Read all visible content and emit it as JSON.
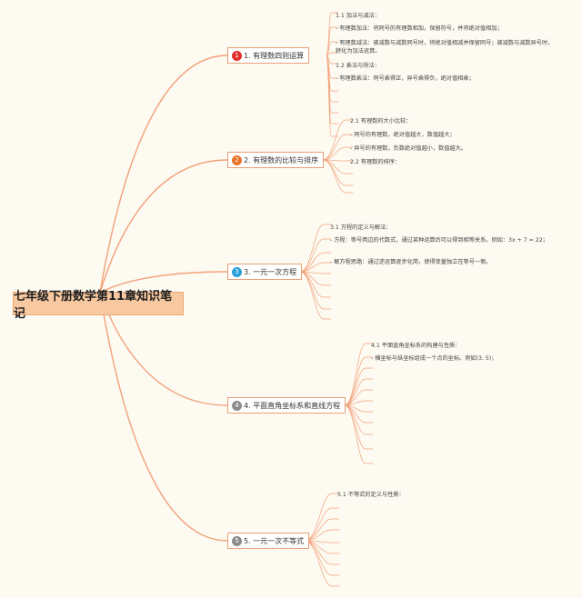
{
  "title": "七年级下册数学第11章知识笔记",
  "colors": {
    "line": "#f2a27a",
    "root_bg": "#f8c9a0",
    "badge1": "#e0312c",
    "badge2": "#e9742b",
    "badge3": "#2a9fd8",
    "badge4": "#8c8c8c",
    "badge5": "#8c8c8c"
  },
  "branches": [
    {
      "number": "1",
      "label": "1. 有理数四则运算",
      "notes": [
        "1.1 加法与减法：",
        "- 有理数加法：将同号的有理数相加，保留符号，并将绝对值相加；",
        "- 有理数减法：被减数与减数同号时，将绝对值相减并保留同号；被减数与减数异号时，转化为加法运算。",
        "1.2 乘法与除法：",
        "- 有理数乘法：同号乘得正，异号乘得负，绝对值相乘；"
      ]
    },
    {
      "number": "2",
      "label": "2. 有理数的比较与排序",
      "notes": [
        "2.1 有理数的大小比较：",
        "- 同号的有理数，绝对值越大，数值越大；",
        "- 异号的有理数，负数绝对值越小，数值越大。",
        "2.2 有理数的排序："
      ]
    },
    {
      "number": "3",
      "label": "3. 一元一次方程",
      "notes": [
        "3.1 方程的定义与解法：",
        "- 方程：等号两边的代数式，通过某种运算后可以得到相等关系。例如：3x + 7 = 22；",
        "- 解方程思路：通过逆运算逐步化简，使得变量独立在等号一侧。"
      ]
    },
    {
      "number": "4",
      "label": "4. 平面直角坐标系和直线方程",
      "notes": [
        "4.1 平面直角坐标系的构建与性质：",
        "- 横坐标与纵坐标组成一个点的坐标。例如(3, 5)；"
      ]
    },
    {
      "number": "5",
      "label": "5. 一元一次不等式",
      "notes": [
        "5.1 不等式的定义与性质："
      ]
    }
  ]
}
